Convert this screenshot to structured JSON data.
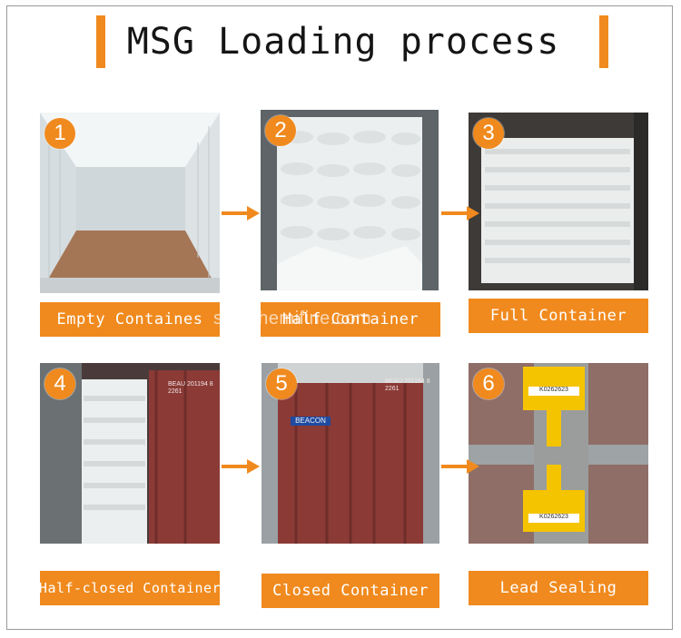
{
  "title": "MSG Loading process",
  "watermark": "sinochemifine.com",
  "steps": [
    {
      "number": "1",
      "label": "Empty Containes"
    },
    {
      "number": "2",
      "label": "Half Container"
    },
    {
      "number": "3",
      "label": "Full Container"
    },
    {
      "number": "4",
      "label": "Half-closed Container"
    },
    {
      "number": "5",
      "label": "Closed Container"
    },
    {
      "number": "6",
      "label": "Lead Sealing"
    }
  ],
  "container_markings": {
    "id": "BEAU 201194 8",
    "type_code": "2261",
    "brand": "BEACON"
  },
  "seal": {
    "code_top": "K0262623",
    "code_bottom": "K0262623"
  },
  "colors": {
    "accent": "#f08a1e",
    "container_red": "#8b3a36"
  }
}
